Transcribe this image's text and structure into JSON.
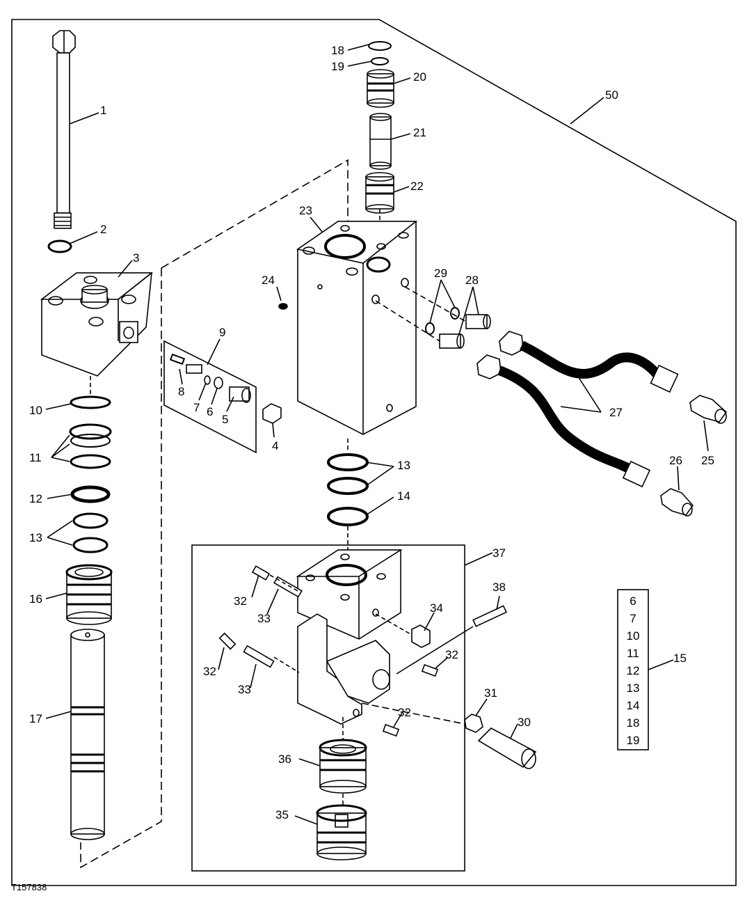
{
  "figure_id": "T157838",
  "callouts": {
    "c1": "1",
    "c2": "2",
    "c3": "3",
    "c4": "4",
    "c5": "5",
    "c6": "6",
    "c7": "7",
    "c8": "8",
    "c9": "9",
    "c10": "10",
    "c11": "11",
    "c12": "12",
    "c13a": "13",
    "c13b": "13",
    "c14": "14",
    "c16": "16",
    "c17": "17",
    "c18": "18",
    "c19": "19",
    "c20": "20",
    "c21": "21",
    "c22": "22",
    "c23": "23",
    "c24": "24",
    "c25": "25",
    "c26": "26",
    "c27": "27",
    "c28": "28",
    "c29": "29",
    "c30": "30",
    "c31": "31",
    "c32a": "32",
    "c32b": "32",
    "c32c": "32",
    "c32d": "32",
    "c33a": "33",
    "c33b": "33",
    "c34": "34",
    "c35": "35",
    "c36": "36",
    "c37": "37",
    "c38": "38",
    "c50": "50",
    "c15": "15"
  },
  "kit_15_items": [
    "6",
    "7",
    "10",
    "11",
    "12",
    "13",
    "14",
    "18",
    "19"
  ]
}
